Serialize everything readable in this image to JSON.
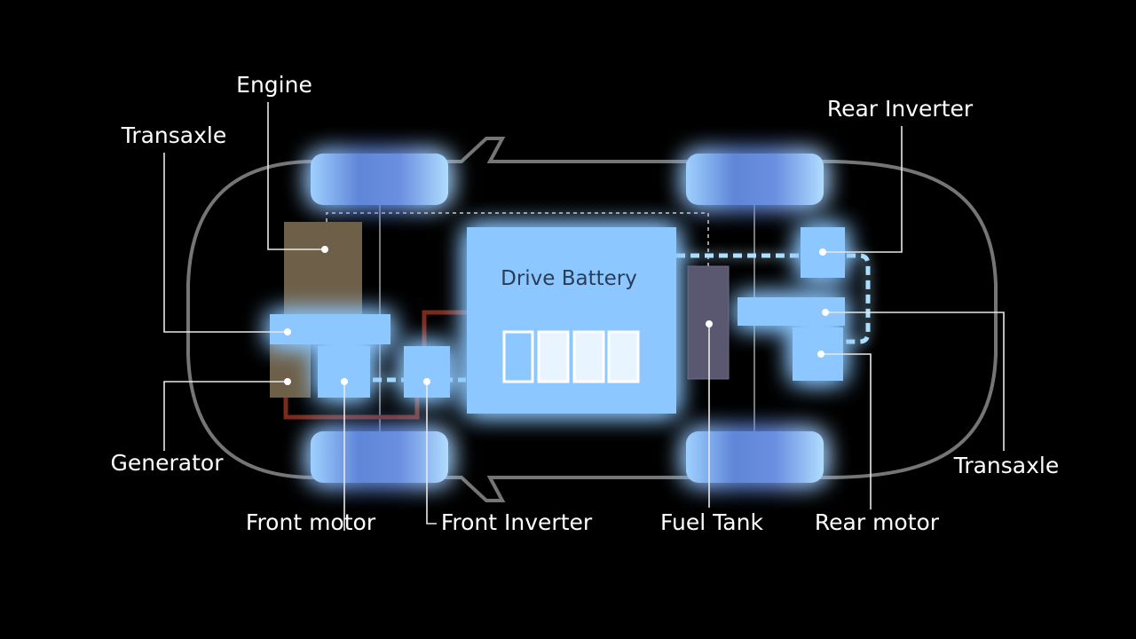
{
  "diagram": {
    "battery_label": "Drive Battery",
    "labels": {
      "engine": "Engine",
      "transaxle_front": "Transaxle",
      "generator": "Generator",
      "front_motor": "Front motor",
      "front_inverter": "Front Inverter",
      "fuel_tank": "Fuel Tank",
      "rear_motor": "Rear motor",
      "transaxle_rear": "Transaxle",
      "rear_inverter": "Rear Inverter"
    }
  },
  "colors": {
    "background": "#000000",
    "component_blue": "#8cc8ff",
    "glow_blue": "#2a6cff",
    "engine_brown": "#6e5f48",
    "fuel_tank_grey": "#5a5870",
    "body_outline": "#8a8a8a",
    "hv_cable_red": "#7a2a1a"
  }
}
